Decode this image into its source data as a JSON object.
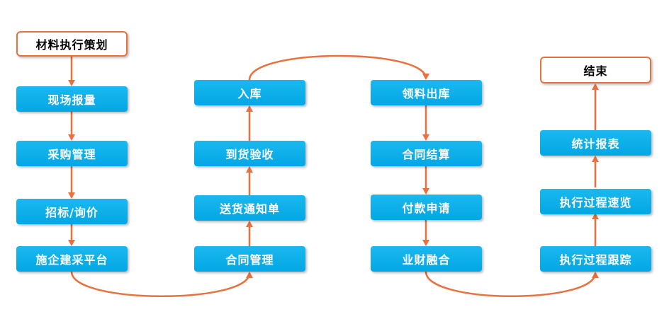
{
  "colors": {
    "step_fill": "#03a7e4",
    "connector": "#e8713d",
    "terminal_border": "#e8713d"
  },
  "columns": [
    {
      "steps": [
        "材料执行策划",
        "现场报量",
        "采购管理",
        "招标/询价",
        "施企建采平台"
      ]
    },
    {
      "steps": [
        "合同管理",
        "送货通知单",
        "到货验收",
        "入库"
      ]
    },
    {
      "steps": [
        "领料出库",
        "合同结算",
        "付款申请",
        "业财融合"
      ]
    },
    {
      "steps": [
        "执行过程跟踪",
        "执行过程速览",
        "统计报表",
        "结束"
      ]
    }
  ]
}
